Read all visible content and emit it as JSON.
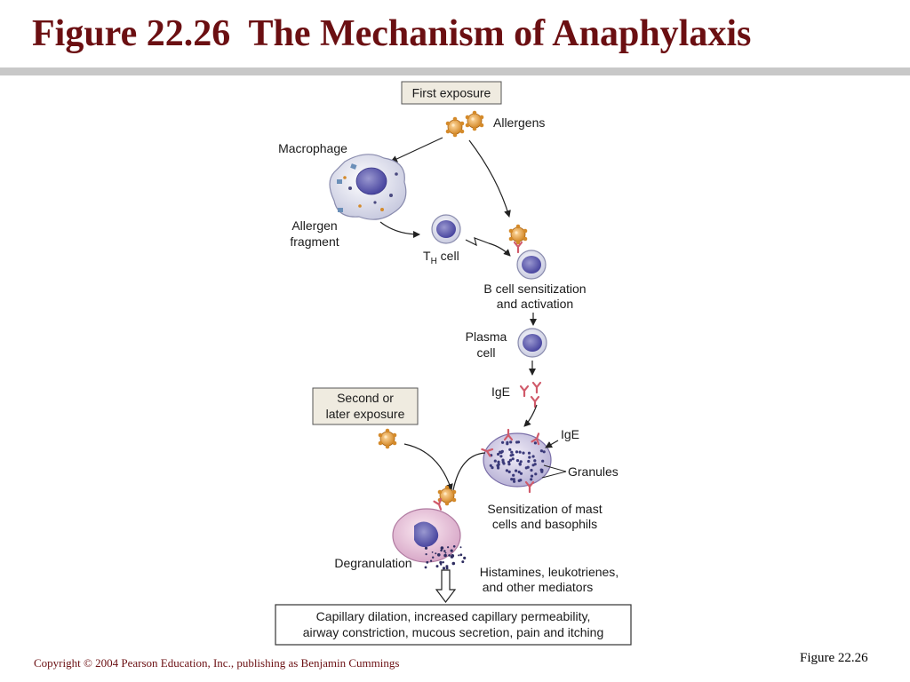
{
  "slide": {
    "title": "Figure 22.26  The Mechanism of Anaphylaxis",
    "copyright": "Copyright © 2004 Pearson Education, Inc., publishing as Benjamin Cummings",
    "figure_label": "Figure 22.26"
  },
  "diagram": {
    "first_exposure": "First exposure",
    "allergens": "Allergens",
    "macrophage": "Macrophage",
    "allergen_fragment": [
      "Allergen",
      "fragment"
    ],
    "th_cell": {
      "main": "T",
      "sub": "H",
      "rest": " cell"
    },
    "b_cell": [
      "B cell sensitization",
      "and activation"
    ],
    "plasma_cell": [
      "Plasma",
      "cell"
    ],
    "ige": "IgE",
    "second_exposure": [
      "Second or",
      "later exposure"
    ],
    "ige_mast": "IgE",
    "granules": "Granules",
    "sensitization": [
      "Sensitization of mast",
      "cells and basophils"
    ],
    "degranulation": "Degranulation",
    "mediators": [
      "Histamines, leukotrienes,",
      "and other mediators"
    ],
    "outcome": [
      "Capillary dilation, increased capillary permeability,",
      "airway constriction, mucous secretion, pain and itching"
    ]
  }
}
